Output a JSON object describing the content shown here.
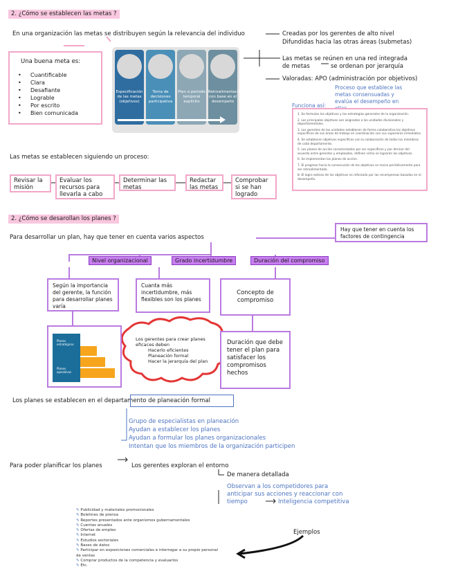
{
  "s1": {
    "heading": "2. ¿Cómo se establecen las metas ?",
    "intro": "En una organización las metas se distribuyen según la relevancia del individuo",
    "right1": "Creadas por los gerentes de alto nivel",
    "right2": "Difundidas hacia las otras áreas (submetas)",
    "right3a": "Las metas se reúnen en una red integrada",
    "right3b": "de metas",
    "right3c": "se ordenan por jerarquía",
    "right4": "Valoradas: APO (administración por objetivos)",
    "apo_note": "Proceso que establece las metas consensuadas y evalúa el desempeño en ellas",
    "apo_label": "Funciona así:",
    "good_goal_title": "Una buena meta es:",
    "good_goal_items": [
      "Cuantificable",
      "Clara",
      "Desafiante",
      "Lograble",
      "Por escrito",
      "Bien comunicada"
    ],
    "cards": [
      "Especificación de las metas (objetivos)",
      "Toma de decisiones participativa",
      "Plan o periodo temporal explícito",
      "Retroalimentación con base en el desempeño"
    ],
    "apo_steps": [
      "1. Se formulan los objetivos y las estrategias generales de la organización.",
      "2. Los principales objetivos son asignados a las unidades divisionales y departamentales.",
      "3. Los gerentes de las unidades establecen de forma colaborativa los objetivos específicos de sus áreas de trabajo en coordinación con sus superiores inmediatos.",
      "4. Se establecen objetivos específicos con la colaboración de todos los miembros de cada departamento.",
      "5. Los planes de acción caracterizados por ser específicos y por derivar del acuerdo entre gerentes y empleados, definen cómo se lograrán los objetivos.",
      "6. Se implementan los planes de acción.",
      "7. El progreso hacia la consecución de los objetivos se revisa periódicamente para ser retroalimentado.",
      "8. El logro exitoso de los objetivos es reforzado por las recompensas basadas en el desempeño."
    ],
    "process_title": "Las metas se establecen siguiendo un proceso:",
    "process_steps": [
      "Revisar la misión",
      "Evaluar los recursos para llevarla a cabo",
      "Determinar las metas",
      "Redactar las metas",
      "Comprobar si se han logrado"
    ]
  },
  "s2": {
    "heading": "2. ¿Cómo se desarollan los planes ?",
    "intro": "Para desarrollar un plan, hay que tener en cuenta varios aspectos",
    "note": "Hay que tener en cuenta los factores de contingencia",
    "cols": [
      {
        "head": "Nivel organizacional",
        "body": "Según la importancia del gerente, la función para desarrollar planes varía"
      },
      {
        "head": "Grado incertidumbre",
        "body": "Cuanta más incertidumbre, más flexibles son los planes"
      },
      {
        "head": "Duración del compromiso",
        "body": "Concepto de compromiso"
      }
    ],
    "commit_body": "Duración que debe tener el plan para satisfacer los compromisos hechos",
    "cloud_title": "Los gerentes para crear planes eficaces deben",
    "cloud_items": [
      "Hacerlo eficientes",
      "Planeación formal",
      "Hacer la jerarquía del plan"
    ],
    "pyr_labels": [
      "Planes estratégicos",
      "Planes operativos"
    ],
    "dept_text": "Los planes se establecen en el departamento de planeación formal",
    "dept_items": [
      "Grupo de especialistas en planeación",
      "Ayudan a establecer los planes",
      "Ayudan a formular los planes organizacionales",
      "Intentan que los miembros de la organización participen"
    ],
    "plan_text": "Para poder planificar los planes",
    "plan_text2": "Los gerentes exploran el entorno",
    "detail": "De manera detallada",
    "observe": "Observan a los competidores para anticipar sus acciones y reaccionar con tiempo",
    "intel": "Inteligencia competitiva",
    "examples_label": "Ejemplos",
    "examples": [
      "Publicidad y materiales promocionales",
      "Boletines de prensa",
      "Reportes presentados ante organismos gubernamentales",
      "Cuentas anuales",
      "Ofertas de empleo",
      "Internet",
      "Estudios sectoriales",
      "Bases de datos",
      "Participar en exposiciones comerciales e interrogar a su propio personal de ventas",
      "Comprar productos de la competencia y evaluarlos",
      "Etc."
    ]
  },
  "colors": {
    "pink": "#f2a6c8",
    "purple": "#b97ae0",
    "blue": "#4d74c0",
    "head_purple": "#c87ef0"
  }
}
